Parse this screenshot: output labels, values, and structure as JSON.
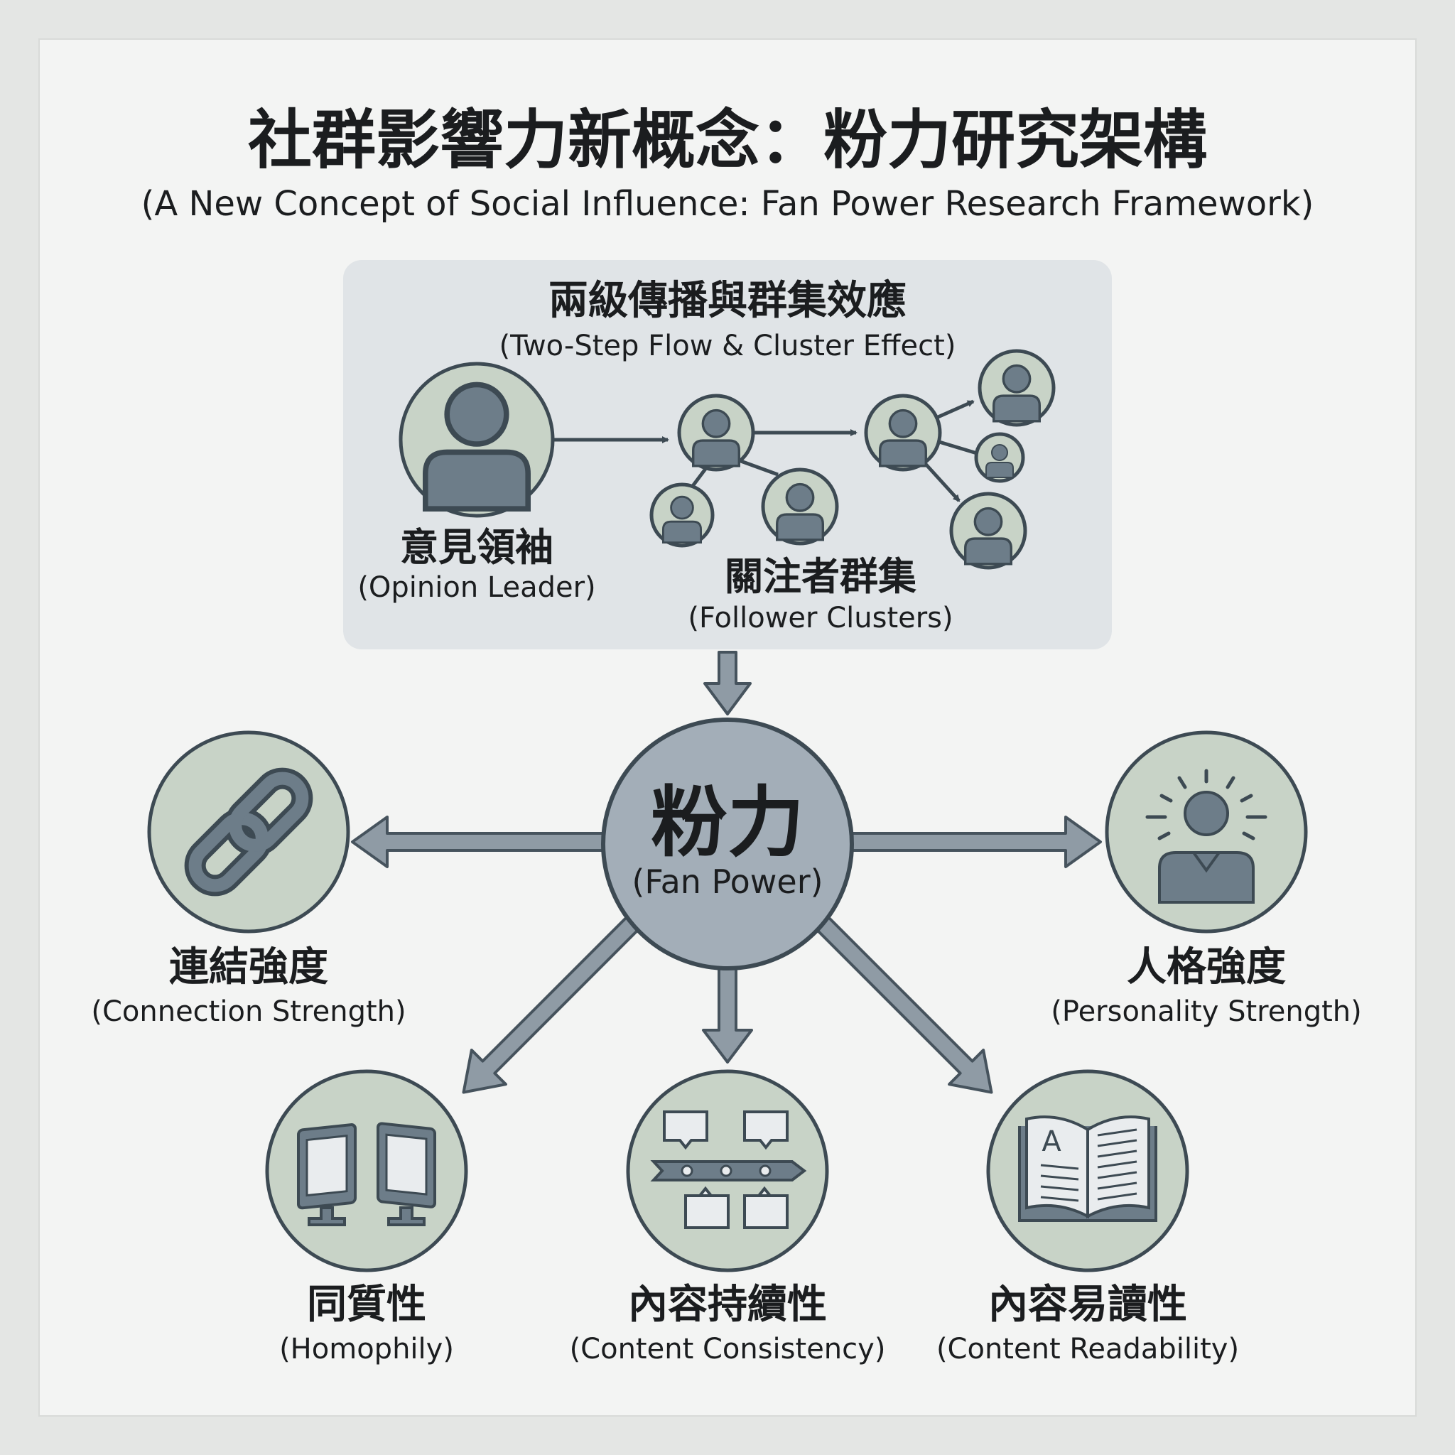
{
  "title": {
    "zh": "社群影響力新概念：粉力研究架構",
    "en": "(A New Concept of Social Influence: Fan Power Research Framework)"
  },
  "two_step": {
    "title_zh": "兩級傳播與群集效應",
    "title_en": "(Two-Step Flow & Cluster Effect)",
    "leader_zh": "意見領袖",
    "leader_en": "(Opinion Leader)",
    "followers_zh": "關注者群集",
    "followers_en": "(Follower Clusters)"
  },
  "center": {
    "zh": "粉力",
    "en": "(Fan Power)"
  },
  "factors": [
    {
      "zh": "連結強度",
      "en": "(Connection Strength)",
      "icon": "chain-link-icon"
    },
    {
      "zh": "人格強度",
      "en": "(Personality Strength)",
      "icon": "person-radiant-icon"
    },
    {
      "zh": "同質性",
      "en": "(Homophily)",
      "icon": "twin-monitors-icon"
    },
    {
      "zh": "內容持續性",
      "en": "(Content Consistency)",
      "icon": "timeline-messages-icon"
    },
    {
      "zh": "內容易讀性",
      "en": "(Content Readability)",
      "icon": "open-book-icon"
    }
  ],
  "colors": {
    "circle": "#c8d3c7",
    "center": "#a3aeb8",
    "stroke": "#3d4a53",
    "box": "#e0e4e7"
  }
}
